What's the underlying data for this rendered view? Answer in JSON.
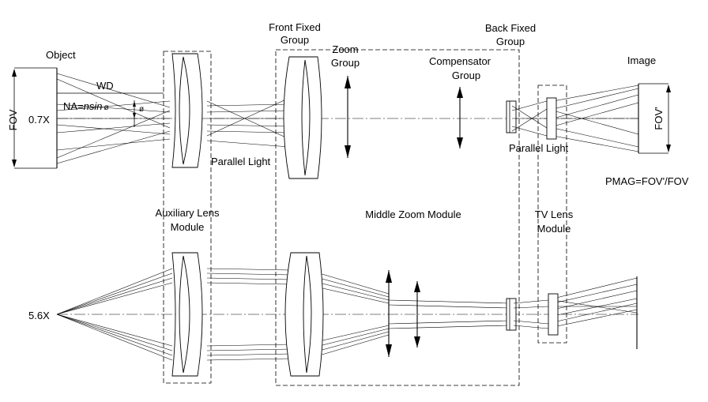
{
  "labels": {
    "object": "Object",
    "fov": "FOV",
    "mag_top": "0.7X",
    "mag_bottom": "5.6X",
    "wd": "WD",
    "na_prefix": "NA=",
    "na_italic": "nsin",
    "na_phi": "ø",
    "phi": "ø",
    "front_fixed_1": "Front Fixed",
    "front_fixed_2": "Group",
    "zoom_1": "Zoom",
    "zoom_2": "Group",
    "compensator_1": "Compensator",
    "compensator_2": "Group",
    "back_fixed_1": "Back Fixed",
    "back_fixed_2": "Group",
    "image": "Image",
    "fov_prime": "FOV'",
    "parallel_light_left": "Parallel Light",
    "parallel_light_right": "Parallel Light",
    "pmag": "PMAG=FOV'/FOV",
    "aux_module_1": "Auxiliary Lens",
    "aux_module_2": "Module",
    "middle_module": "Middle Zoom Module",
    "tv_module_1": "TV Lens",
    "tv_module_2": "Module"
  }
}
